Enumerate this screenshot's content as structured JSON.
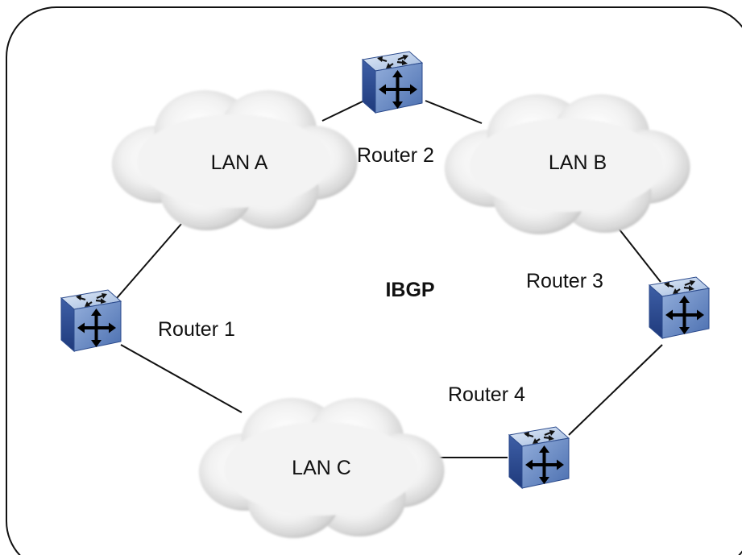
{
  "diagram": {
    "protocol_label": "IBGP",
    "lans": {
      "lan_a": "LAN A",
      "lan_b": "LAN B",
      "lan_c": "LAN C"
    },
    "routers": {
      "router_1": "Router 1",
      "router_2": "Router 2",
      "router_3": "Router 3",
      "router_4": "Router 4"
    },
    "icon": "router-icon",
    "colors": {
      "router_top": "#c9d9ee",
      "router_front": "#6f90c6",
      "router_side": "#2f4f97",
      "cloud": "#e6e6e6",
      "line": "#111111",
      "border": "#111111"
    }
  }
}
